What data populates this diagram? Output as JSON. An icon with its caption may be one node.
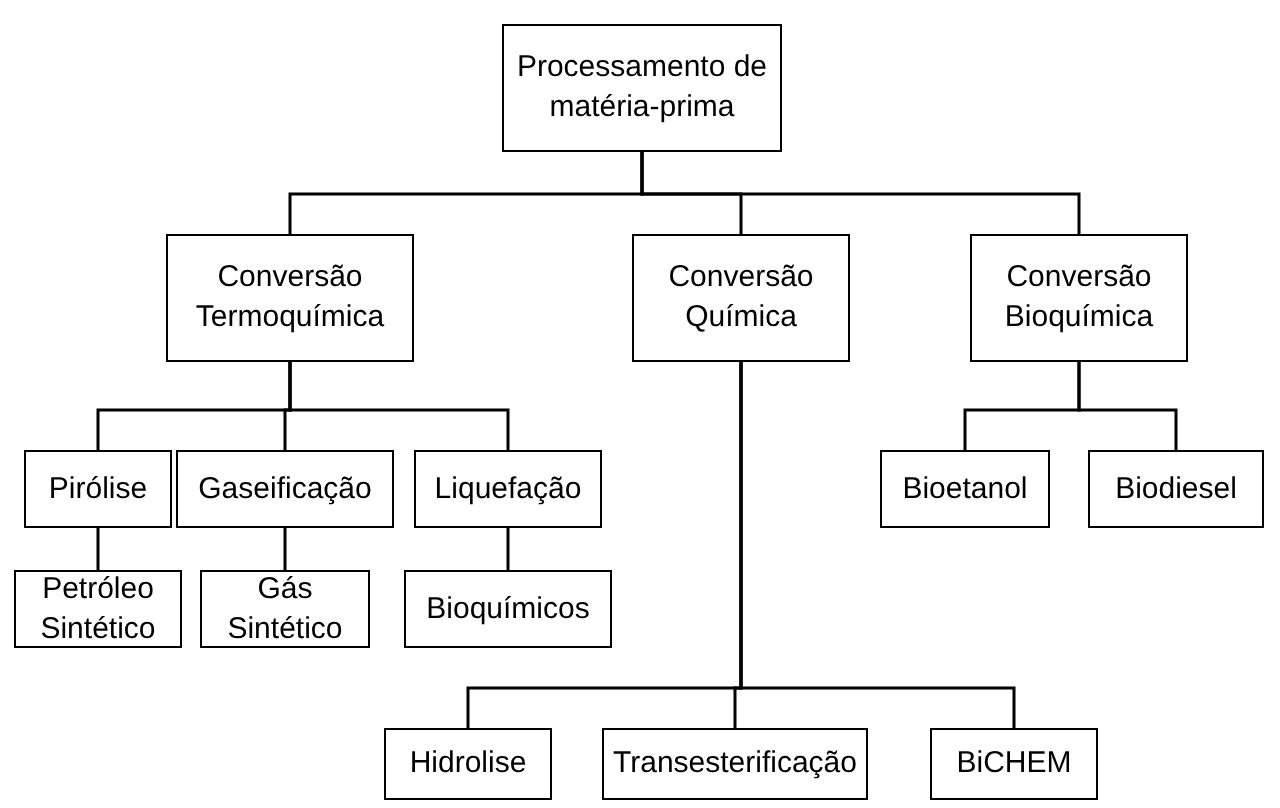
{
  "diagram": {
    "nodes": [
      {
        "text": [
          "Processamento de matéria-prima"
        ]
      },
      {
        "text": [
          "Conversão Termoquímica"
        ]
      },
      {
        "text": [
          "Conversão Química"
        ]
      },
      {
        "text": [
          "Conversão Bioquímica"
        ]
      },
      {
        "text": [
          "Pirólise"
        ]
      },
      {
        "text": [
          "Gaseificação"
        ]
      },
      {
        "text": [
          "Liquefação"
        ]
      },
      {
        "text": [
          "Bioetanol"
        ]
      },
      {
        "text": [
          "Biodiesel"
        ]
      },
      {
        "text": [
          "Petróleo Sintético"
        ]
      },
      {
        "text": [
          "Gás Sintético"
        ]
      },
      {
        "text": [
          "Bioquímicos"
        ]
      },
      {
        "text": [
          "Hidrolise"
        ]
      },
      {
        "text": [
          "Transesterificação"
        ]
      },
      {
        "text": [
          "BiCHEM"
        ]
      }
    ],
    "edges": [
      {
        "from": 0,
        "to": 1,
        "arrow": "none"
      },
      {
        "from": 0,
        "to": 2,
        "arrow": "none"
      },
      {
        "from": 0,
        "to": 3,
        "arrow": "none"
      },
      {
        "from": 1,
        "to": 4,
        "arrow": "none"
      },
      {
        "from": 1,
        "to": 5,
        "arrow": "none"
      },
      {
        "from": 1,
        "to": 6,
        "arrow": "none"
      },
      {
        "from": 3,
        "to": 7,
        "arrow": "none"
      },
      {
        "from": 3,
        "to": 8,
        "arrow": "none"
      },
      {
        "from": 4,
        "to": 9,
        "arrow": "none"
      },
      {
        "from": 5,
        "to": 10,
        "arrow": "none"
      },
      {
        "from": 6,
        "to": 11,
        "arrow": "none"
      },
      {
        "from": 2,
        "to": 12,
        "arrow": "none"
      },
      {
        "from": 2,
        "to": 13,
        "arrow": "none"
      },
      {
        "from": 2,
        "to": 14,
        "arrow": "none"
      }
    ]
  }
}
